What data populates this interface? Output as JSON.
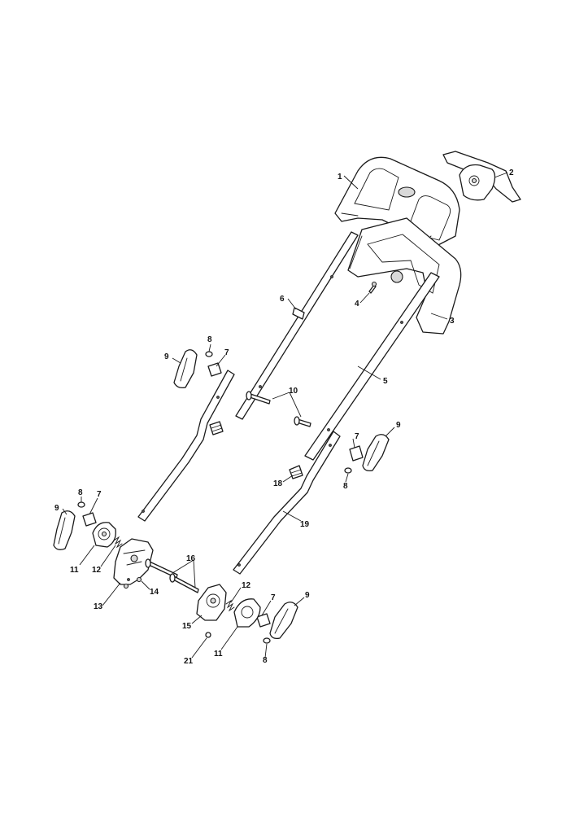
{
  "part_callouts": {
    "c1": "1",
    "c2": "2",
    "c3": "3",
    "c4": "4",
    "c5": "5",
    "c6": "6",
    "c7a": "7",
    "c7b": "7",
    "c7c": "7",
    "c7d": "7",
    "c8a": "8",
    "c8b": "8",
    "c8c": "8",
    "c8d": "8",
    "c9a": "9",
    "c9b": "9",
    "c9c": "9",
    "c9d": "9",
    "c10": "10",
    "c11a": "11",
    "c11b": "11",
    "c12a": "12",
    "c12b": "12",
    "c13": "13",
    "c14": "14",
    "c15": "15",
    "c16": "16",
    "c18": "18",
    "c19": "19",
    "c21": "21"
  }
}
